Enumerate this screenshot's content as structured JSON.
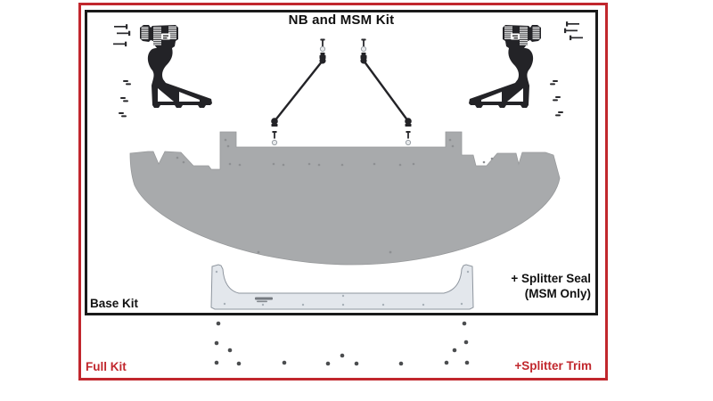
{
  "title": "NB and MSM Kit",
  "frames": {
    "inner_label": "Base Kit",
    "outer_label": "Full Kit"
  },
  "annotations": {
    "splitter_seal_line1": "+ Splitter Seal",
    "splitter_seal_line2": "(MSM Only)",
    "splitter_trim": "+Splitter Trim"
  },
  "colors": {
    "accent_red": "#c1272d",
    "frame_black": "#1a1a1a",
    "panel_gray": "#a8aaac",
    "seal_gray": "#e3e7ec",
    "hardware_dark": "#232327"
  },
  "parts": [
    "left-mounting-bracket",
    "right-mounting-bracket",
    "left-bracket-screws",
    "right-bracket-screws",
    "left-support-rod",
    "right-support-rod",
    "splitter-panel",
    "splitter-seal",
    "trim-fasteners"
  ]
}
